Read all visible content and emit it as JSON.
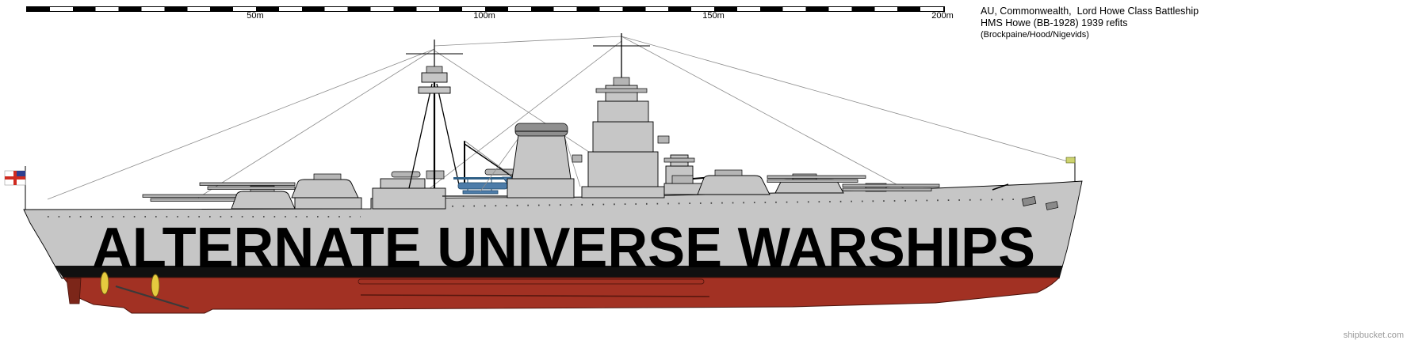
{
  "scale_bar": {
    "labels": [
      "50m",
      "100m",
      "150m",
      "200m"
    ]
  },
  "title_block": {
    "line1": "AU, Commonwealth,  Lord Howe Class Battleship",
    "line2": "HMS Howe (BB-1928) 1939 refits",
    "line3": "(Brockpaine/Hood/Nigevids)"
  },
  "watermark": {
    "text": "ALTERNATE UNIVERSE WARSHIPS"
  },
  "footer": {
    "credit": "shipbucket.com"
  },
  "colors": {
    "hull_grey": "#c6c6c6",
    "underwater_red": "#a23123",
    "boot_topping": "#101010",
    "propeller_yellow": "#e5cb3f",
    "seaplane_blue": "#4d7ca9",
    "ensign_red": "#cf2b20",
    "ensign_blue": "#2c3e8f"
  }
}
